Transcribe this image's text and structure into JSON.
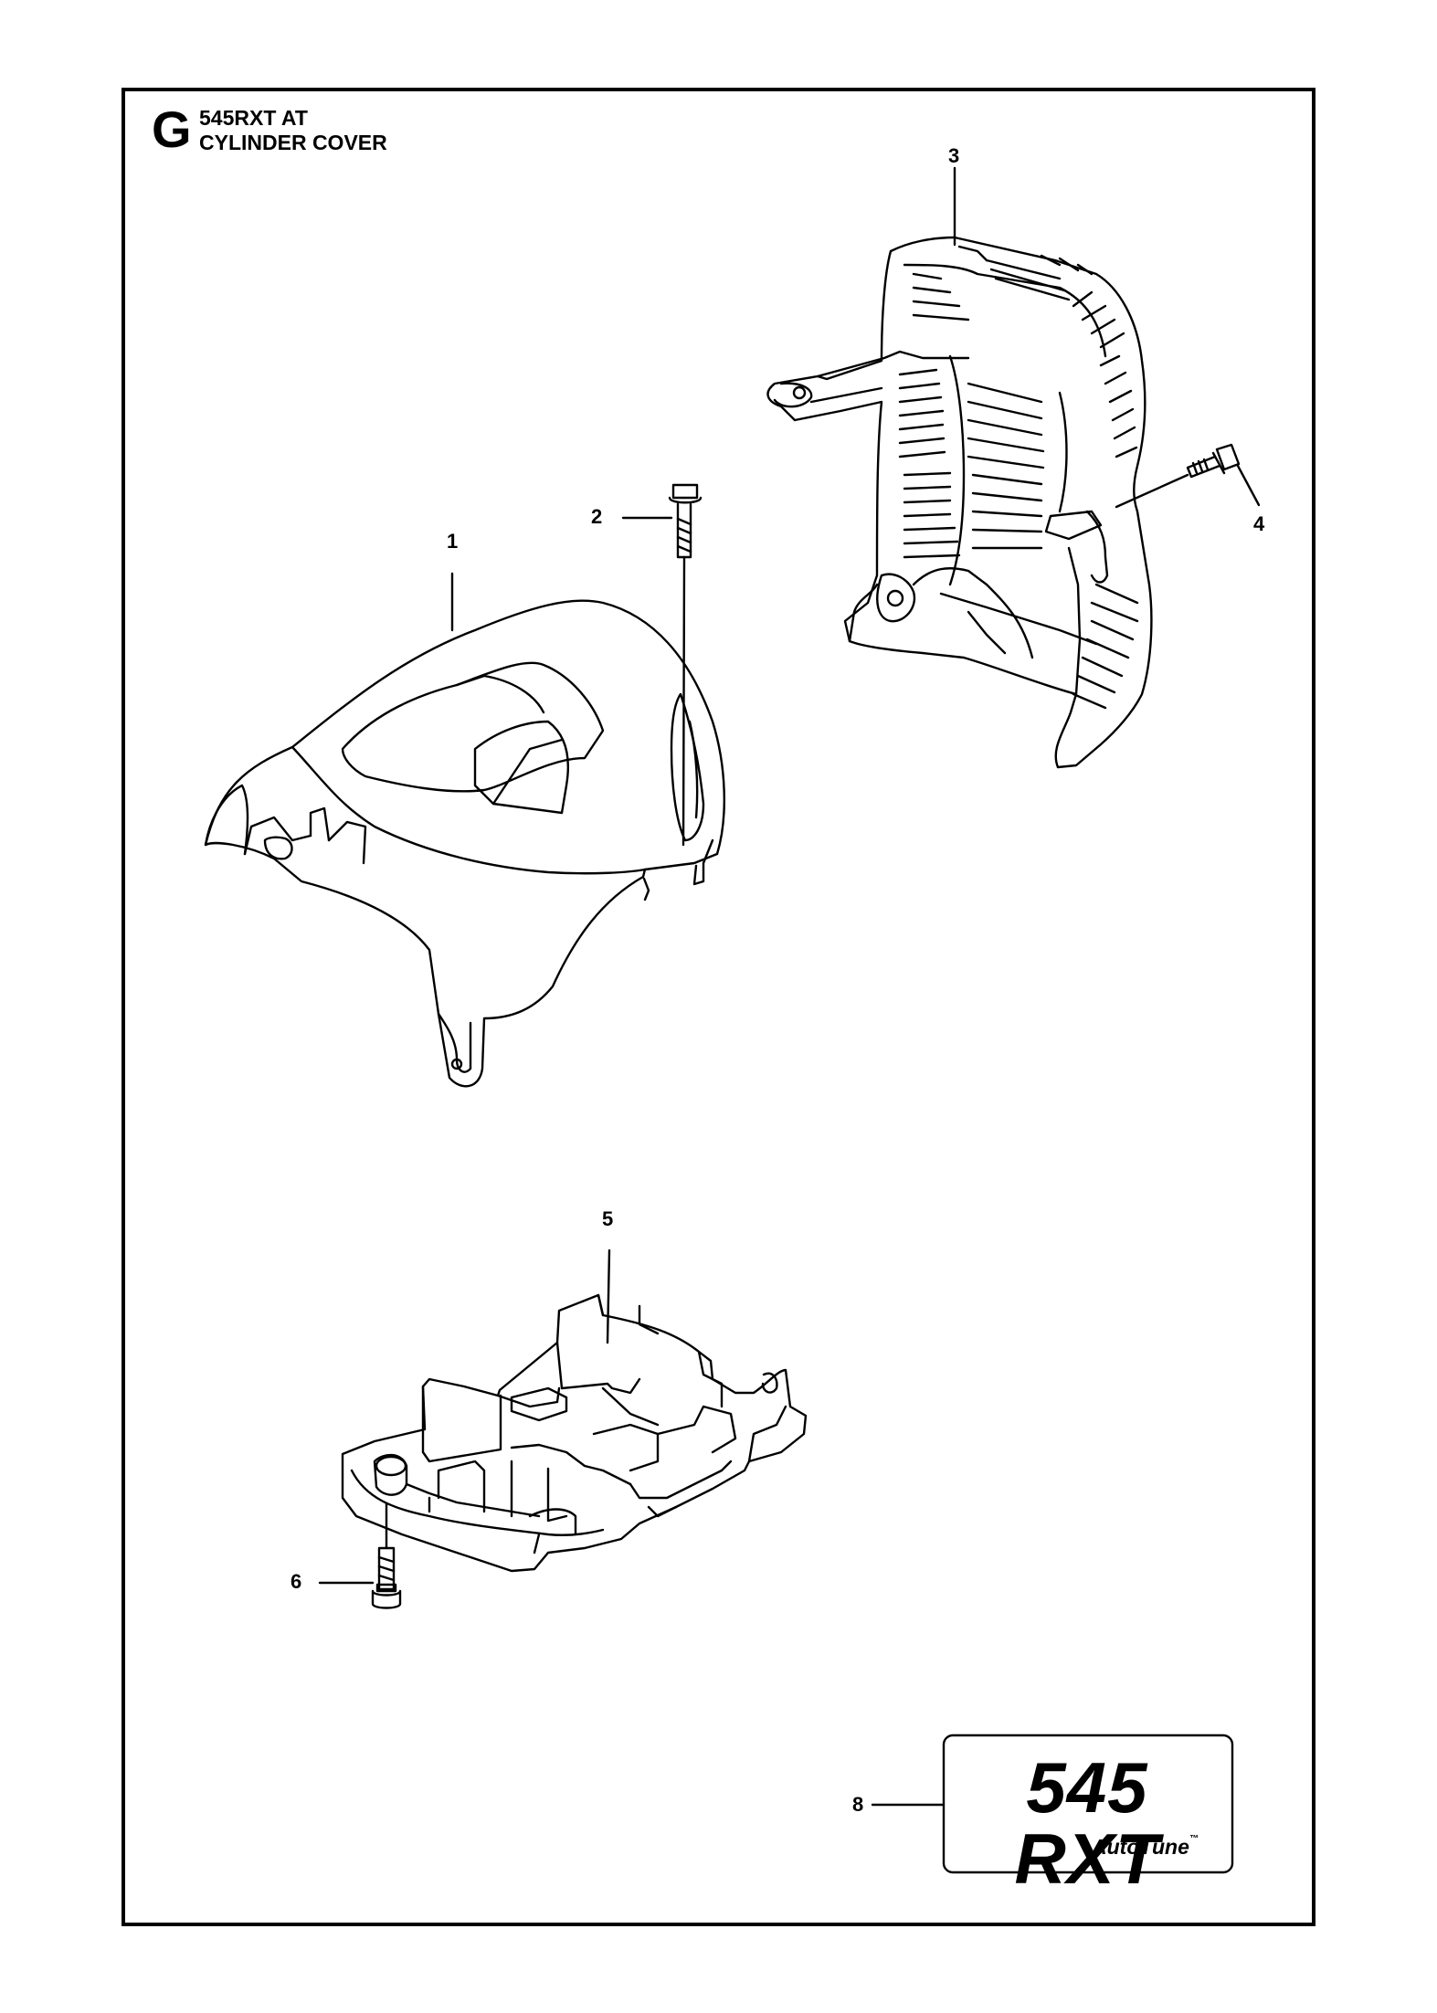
{
  "header": {
    "section_letter": "G",
    "model": "545RXT AT",
    "title": "CYLINDER COVER"
  },
  "callouts": [
    {
      "id": "1",
      "label": "1"
    },
    {
      "id": "2",
      "label": "2"
    },
    {
      "id": "3",
      "label": "3"
    },
    {
      "id": "4",
      "label": "4"
    },
    {
      "id": "5",
      "label": "5"
    },
    {
      "id": "6",
      "label": "6"
    },
    {
      "id": "8",
      "label": "8"
    }
  ],
  "decal": {
    "model_text": "545 RXT",
    "sub_text": "AutoTune",
    "trademark": "™"
  }
}
